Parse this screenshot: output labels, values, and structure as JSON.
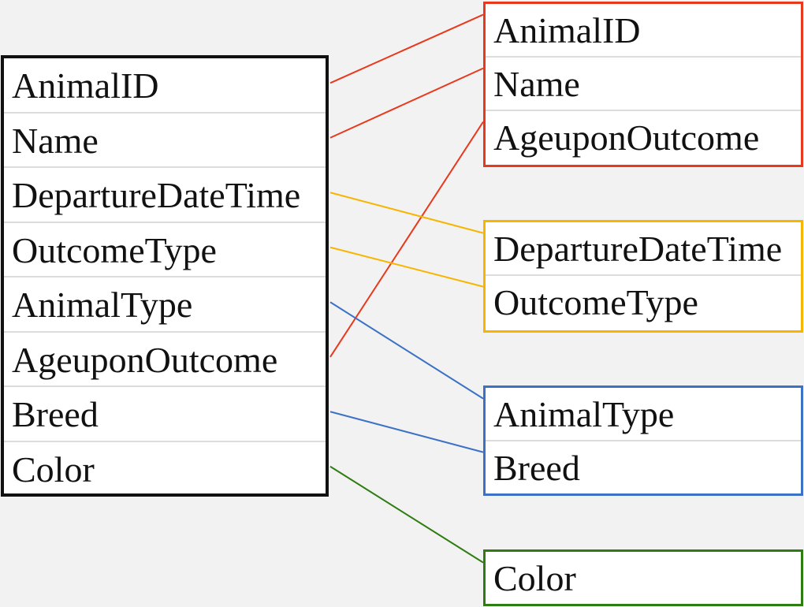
{
  "main_table": {
    "fields": [
      "AnimalID",
      "Name",
      "DepartureDateTime",
      "OutcomeType",
      "AnimalType",
      "AgeuponOutcome",
      "Breed",
      "Color"
    ]
  },
  "groups": [
    {
      "fields": [
        "AnimalID",
        "Name",
        "AgeuponOutcome"
      ],
      "color": "#e8391d"
    },
    {
      "fields": [
        "DepartureDateTime",
        "OutcomeType"
      ],
      "color": "#f7b500"
    },
    {
      "fields": [
        "AnimalType",
        "Breed"
      ],
      "color": "#3b72c6"
    },
    {
      "fields": [
        "Color"
      ],
      "color": "#2e7d12"
    }
  ],
  "connections": [
    {
      "from": "AnimalID",
      "group": 0,
      "to": "AnimalID"
    },
    {
      "from": "Name",
      "group": 0,
      "to": "Name"
    },
    {
      "from": "AgeuponOutcome",
      "group": 0,
      "to": "AgeuponOutcome"
    },
    {
      "from": "DepartureDateTime",
      "group": 1,
      "to": "DepartureDateTime"
    },
    {
      "from": "OutcomeType",
      "group": 1,
      "to": "OutcomeType"
    },
    {
      "from": "AnimalType",
      "group": 2,
      "to": "AnimalType"
    },
    {
      "from": "Breed",
      "group": 2,
      "to": "Breed"
    },
    {
      "from": "Color",
      "group": 3,
      "to": "Color"
    }
  ]
}
